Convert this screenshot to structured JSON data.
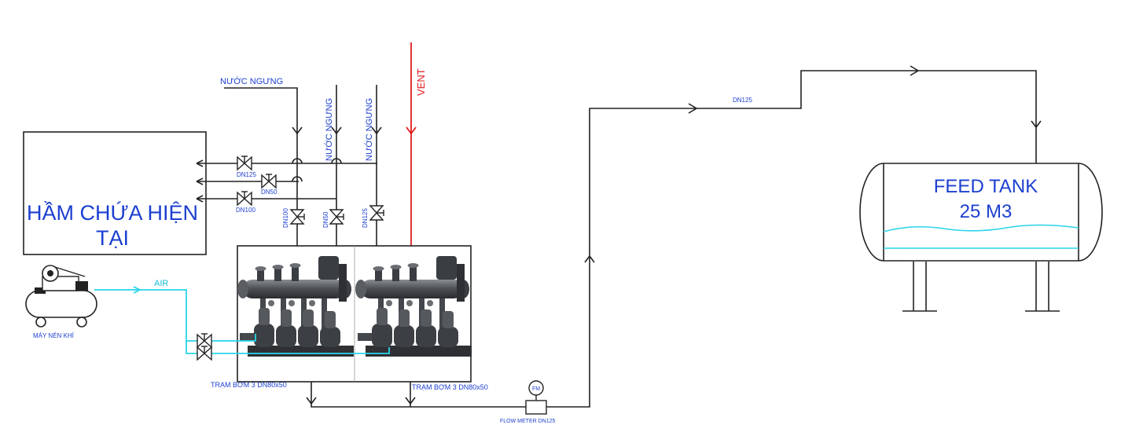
{
  "labels": {
    "condensate_1": "NƯỚC NGƯNG",
    "condensate_2": "NƯỚC NGƯNG",
    "condensate_3": "NƯỚC NGƯNG",
    "vent": "VENT",
    "valve_dn125_h": "DN125",
    "valve_dn50_h": "DN50",
    "valve_dn100_h": "DN100",
    "valve_dn100_v": "DN100",
    "valve_dn50_v": "DN50",
    "valve_dn125_v": "DN125",
    "line_dn125": "DN125",
    "air": "AIR",
    "compressor": "MÁY NÉN KHÍ",
    "pump_station_1": "TRẠM BƠM 3 DN80x50",
    "pump_station_2": "TRẠM BƠM 3 DN80x50",
    "flow_meter": "FLOW METER DN125",
    "flow_meter_tag": "FM"
  },
  "existing_tank": {
    "line1": "HẦM CHỨA HIỆN",
    "line2": "TẠI"
  },
  "feed_tank": {
    "line1": "FEED TANK",
    "line2": "25 M3"
  },
  "colors": {
    "text": "#1c3fd0",
    "pipe": "#222222",
    "vent": "#e01b1b",
    "air": "#2ad4ea",
    "water": "#2ad4ea"
  }
}
